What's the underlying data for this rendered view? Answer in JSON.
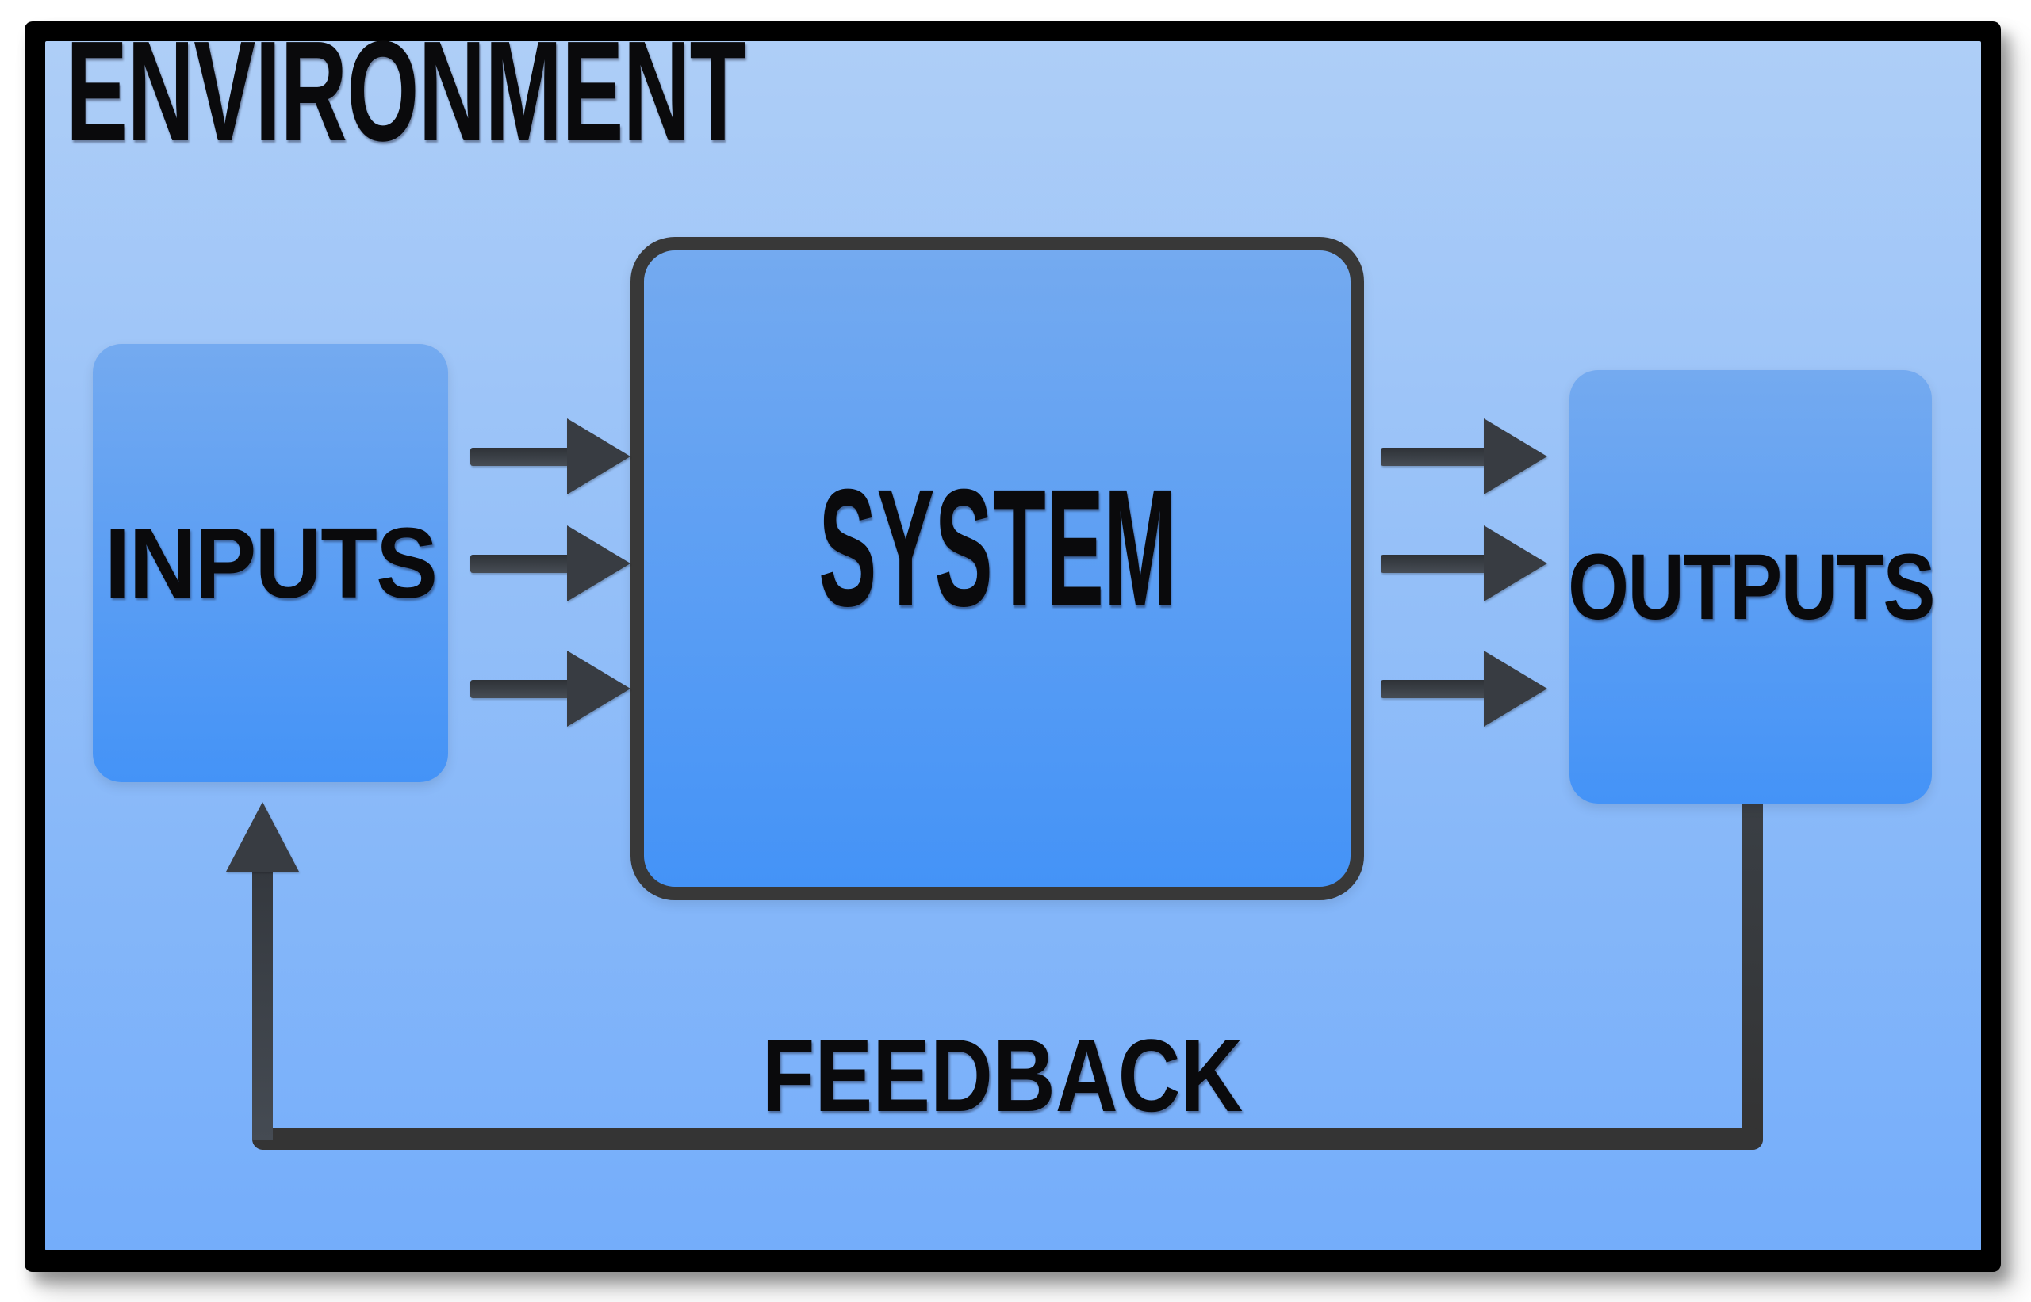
{
  "diagram": {
    "environment_label": "ENVIRONMENT",
    "inputs_label": "INPUTS",
    "system_label": "SYSTEM",
    "outputs_label": "OUTPUTS",
    "feedback_label": "FEEDBACK",
    "arrows": {
      "input_count": 3,
      "output_count": 3
    },
    "colors": {
      "env_top": "#aecef7",
      "env_bottom": "#74adfa",
      "box_top": "#74aaf0",
      "box_bottom": "#4493f7",
      "frame": "#000000",
      "box_border": "#383838",
      "arrow": "#383c42",
      "line": "#343434",
      "text": "#0a0a0c",
      "page_bg": "#ffffff"
    }
  }
}
